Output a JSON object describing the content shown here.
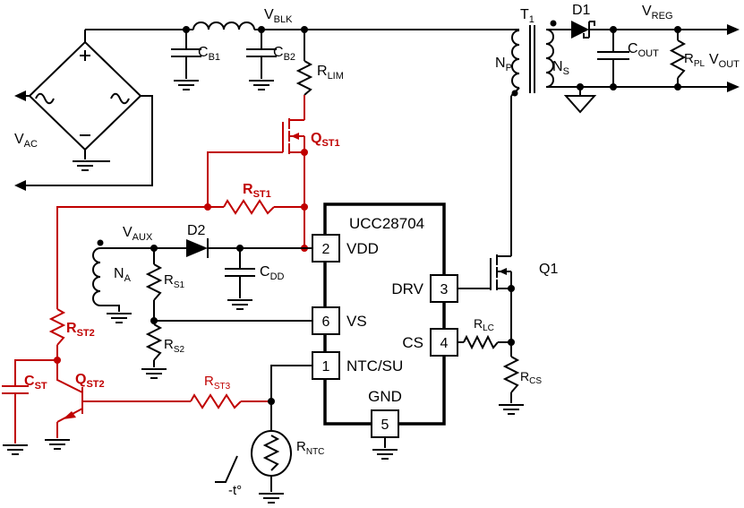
{
  "title": "UCC28704 flyback converter with external start-up circuit schematic",
  "colors": {
    "highlight": "#C00000",
    "ink": "#000000"
  },
  "bridge": {
    "plus": "+",
    "minus": "−"
  },
  "ic": {
    "name": "UCC28704",
    "pins": {
      "vdd": {
        "num": "2",
        "label": "VDD"
      },
      "vs": {
        "num": "6",
        "label": "VS"
      },
      "ntcsu": {
        "num": "1",
        "label": "NTC/SU"
      },
      "drv": {
        "num": "3",
        "label": "DRV"
      },
      "cs": {
        "num": "4",
        "label": "CS"
      },
      "gnd": {
        "num": "5",
        "label": "GND"
      }
    }
  },
  "labels": {
    "vac": {
      "main": "V",
      "sub": "AC"
    },
    "vblk": {
      "main": "V",
      "sub": "BLK"
    },
    "cb1": {
      "main": "C",
      "sub": "B1"
    },
    "cb2": {
      "main": "C",
      "sub": "B2"
    },
    "rlim": {
      "main": "R",
      "sub": "LIM"
    },
    "qst1": {
      "main": "Q",
      "sub": "ST1"
    },
    "rst1": {
      "main": "R",
      "sub": "ST1"
    },
    "rst2": {
      "main": "R",
      "sub": "ST2"
    },
    "cst": {
      "main": "C",
      "sub": "ST"
    },
    "qst2": {
      "main": "Q",
      "sub": "ST2"
    },
    "rst3": {
      "main": "R",
      "sub": "ST3"
    },
    "vaux": {
      "main": "V",
      "sub": "AUX"
    },
    "d2": {
      "text": "D2"
    },
    "na": {
      "main": "N",
      "sub": "A"
    },
    "rs1": {
      "main": "R",
      "sub": "S1"
    },
    "rs2": {
      "main": "R",
      "sub": "S2"
    },
    "cdd": {
      "main": "C",
      "sub": "DD"
    },
    "rntc": {
      "main": "R",
      "sub": "NTC"
    },
    "tcoef": {
      "text": "-t°"
    },
    "t1": {
      "main": "T",
      "sub": "1"
    },
    "np": {
      "main": "N",
      "sub": "P"
    },
    "ns": {
      "main": "N",
      "sub": "S"
    },
    "d1": {
      "text": "D1"
    },
    "vreg": {
      "main": "V",
      "sub": "REG"
    },
    "cout": {
      "main": "C",
      "sub": "OUT"
    },
    "rpl": {
      "main": "R",
      "sub": "PL"
    },
    "vout": {
      "main": "V",
      "sub": "OUT"
    },
    "q1": {
      "text": "Q1"
    },
    "rlc": {
      "main": "R",
      "sub": "LC"
    },
    "rcs": {
      "main": "R",
      "sub": "CS"
    }
  }
}
